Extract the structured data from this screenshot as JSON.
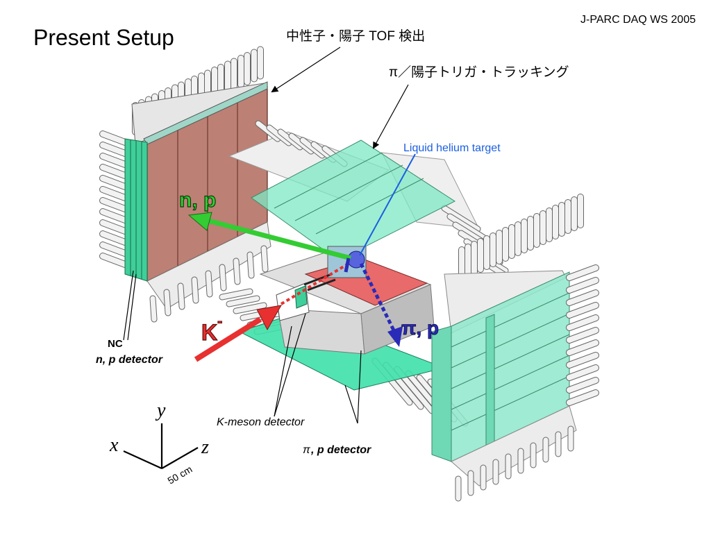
{
  "header_note": "J-PARC DAQ WS 2005",
  "slide_title": "Present Setup",
  "labels": {
    "neutron_proton_tof": "中性子・陽子 TOF 検出",
    "pi_proton_trigger": "π／陽子トリガ・トラッキング",
    "liquid_helium_target": "Liquid helium target",
    "n_p": "n, p",
    "kaon": "K",
    "kaon_sup": "-",
    "pi_p": "π, p",
    "nc": "NC",
    "np_detector": "n, p detector",
    "k_meson_detector": "K-meson detector",
    "pi_p_detector_sym": "π",
    "pi_p_detector_rest": ", p detector",
    "axis_x": "x",
    "axis_y": "y",
    "axis_z": "z",
    "scale": "50 cm"
  },
  "colors": {
    "nc_panel": "#b06a5c",
    "nc_side": "#3fcf9a",
    "trigger_panel": "#7ee8c4",
    "tof_panel_right": "#8ee8cc",
    "arrow_green": "#33cc33",
    "arrow_red": "#e83030",
    "arrow_blue": "#2a2ab8",
    "target_line": "#1a5fe0",
    "label_blue": "#1a5fe0"
  }
}
